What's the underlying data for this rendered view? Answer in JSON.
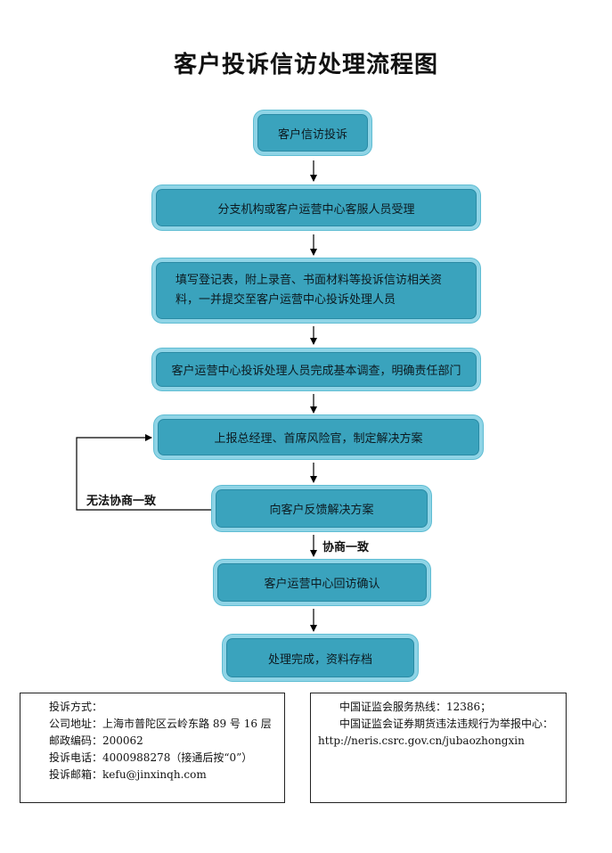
{
  "title": "客户投诉信访处理流程图",
  "steps": [
    "客户信访投诉",
    "分支机构或客户运营中心客服人员受理",
    "填写登记表，附上录音、书面材料等投诉信访相关资料，一并提交至客户运营中心投诉处理人员",
    "客户运营中心投诉处理人员完成基本调查，明确责任部门",
    "上报总经理、首席风险官，制定解决方案",
    "向客户反馈解决方案",
    "客户运营中心回访确认",
    "处理完成，资料存档"
  ],
  "labels": {
    "no_agreement": "无法协商一致",
    "agreement": "协商一致"
  },
  "contact": {
    "heading": "投诉方式：",
    "address": "公司地址：上海市普陀区云岭东路 89 号 16 层",
    "postcode": "邮政编码：200062",
    "phone": "投诉电话：4000988278（接通后按“0”）",
    "email": "投诉邮箱：kefu@jinxinqh.com"
  },
  "csrc": {
    "hotline": "中国证监会服务热线：12386；",
    "report_center": "中国证监会证券期货违法违规行为举报中心：",
    "url": "http://neris.csrc.gov.cn/jubaozhongxin"
  }
}
